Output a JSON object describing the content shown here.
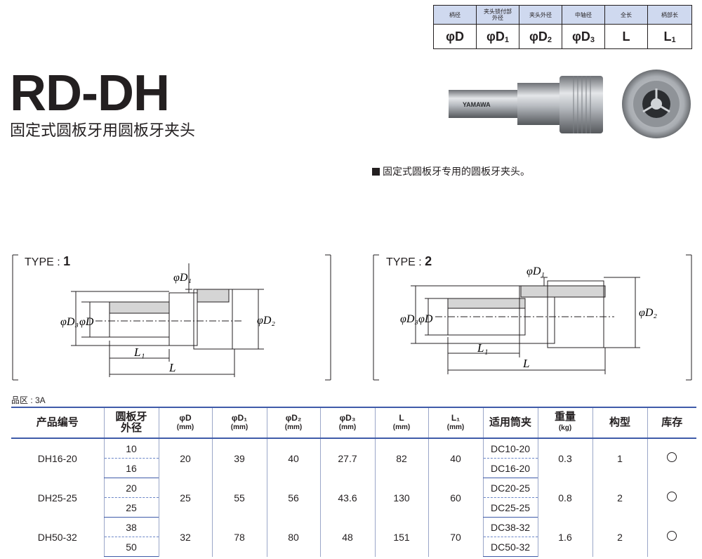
{
  "legend": {
    "headers": [
      "柄径",
      "夹头锁付部\n外径",
      "夹头外径",
      "中轴径",
      "全长",
      "柄部长"
    ],
    "symbols": [
      {
        "main": "φD",
        "sub": ""
      },
      {
        "main": "φD",
        "sub": "1"
      },
      {
        "main": "φD",
        "sub": "2"
      },
      {
        "main": "φD",
        "sub": "3"
      },
      {
        "main": "L",
        "sub": ""
      },
      {
        "main": "L",
        "sub": "1"
      }
    ]
  },
  "title": "RD-DH",
  "subtitle": "固定式圆板牙用圆板牙夹头",
  "photo_brand": "YAMAWA",
  "feature": "固定式圆板牙专用的圆板牙夹头。",
  "type1": {
    "prefix": "TYPE",
    "num": "1"
  },
  "type2": {
    "prefix": "TYPE",
    "num": "2"
  },
  "dim_labels": {
    "d": "φD",
    "d1": "φD₁",
    "d2": "φD₂",
    "d3": "φD₃",
    "l": "L",
    "l1": "L₁"
  },
  "area_note": "品区 : 3A",
  "table": {
    "headers": {
      "code": "产品编号",
      "die_od_1": "圆板牙",
      "die_od_2": "外径",
      "d": "φD",
      "d1": "φD₁",
      "d2": "φD₂",
      "d3": "φD₃",
      "l": "L",
      "l1": "L₁",
      "unit": "(mm)",
      "collet": "适用筒夹",
      "weight": "重量",
      "weight_unit": "(kg)",
      "type": "构型",
      "stock": "库存"
    },
    "rows": [
      {
        "code": "DH16-20",
        "die": [
          "10",
          "16"
        ],
        "d": "20",
        "d1": "39",
        "d2": "40",
        "d3": "27.7",
        "l": "82",
        "l1": "40",
        "collet": [
          "DC10-20",
          "DC16-20"
        ],
        "weight": "0.3",
        "type": "1"
      },
      {
        "code": "DH25-25",
        "die": [
          "20",
          "25"
        ],
        "d": "25",
        "d1": "55",
        "d2": "56",
        "d3": "43.6",
        "l": "130",
        "l1": "60",
        "collet": [
          "DC20-25",
          "DC25-25"
        ],
        "weight": "0.8",
        "type": "2"
      },
      {
        "code": "DH50-32",
        "die": [
          "38",
          "50"
        ],
        "d": "32",
        "d1": "78",
        "d2": "80",
        "d3": "48",
        "l": "151",
        "l1": "70",
        "collet": [
          "DC38-32",
          "DC50-32"
        ],
        "weight": "1.6",
        "type": "2"
      }
    ]
  }
}
